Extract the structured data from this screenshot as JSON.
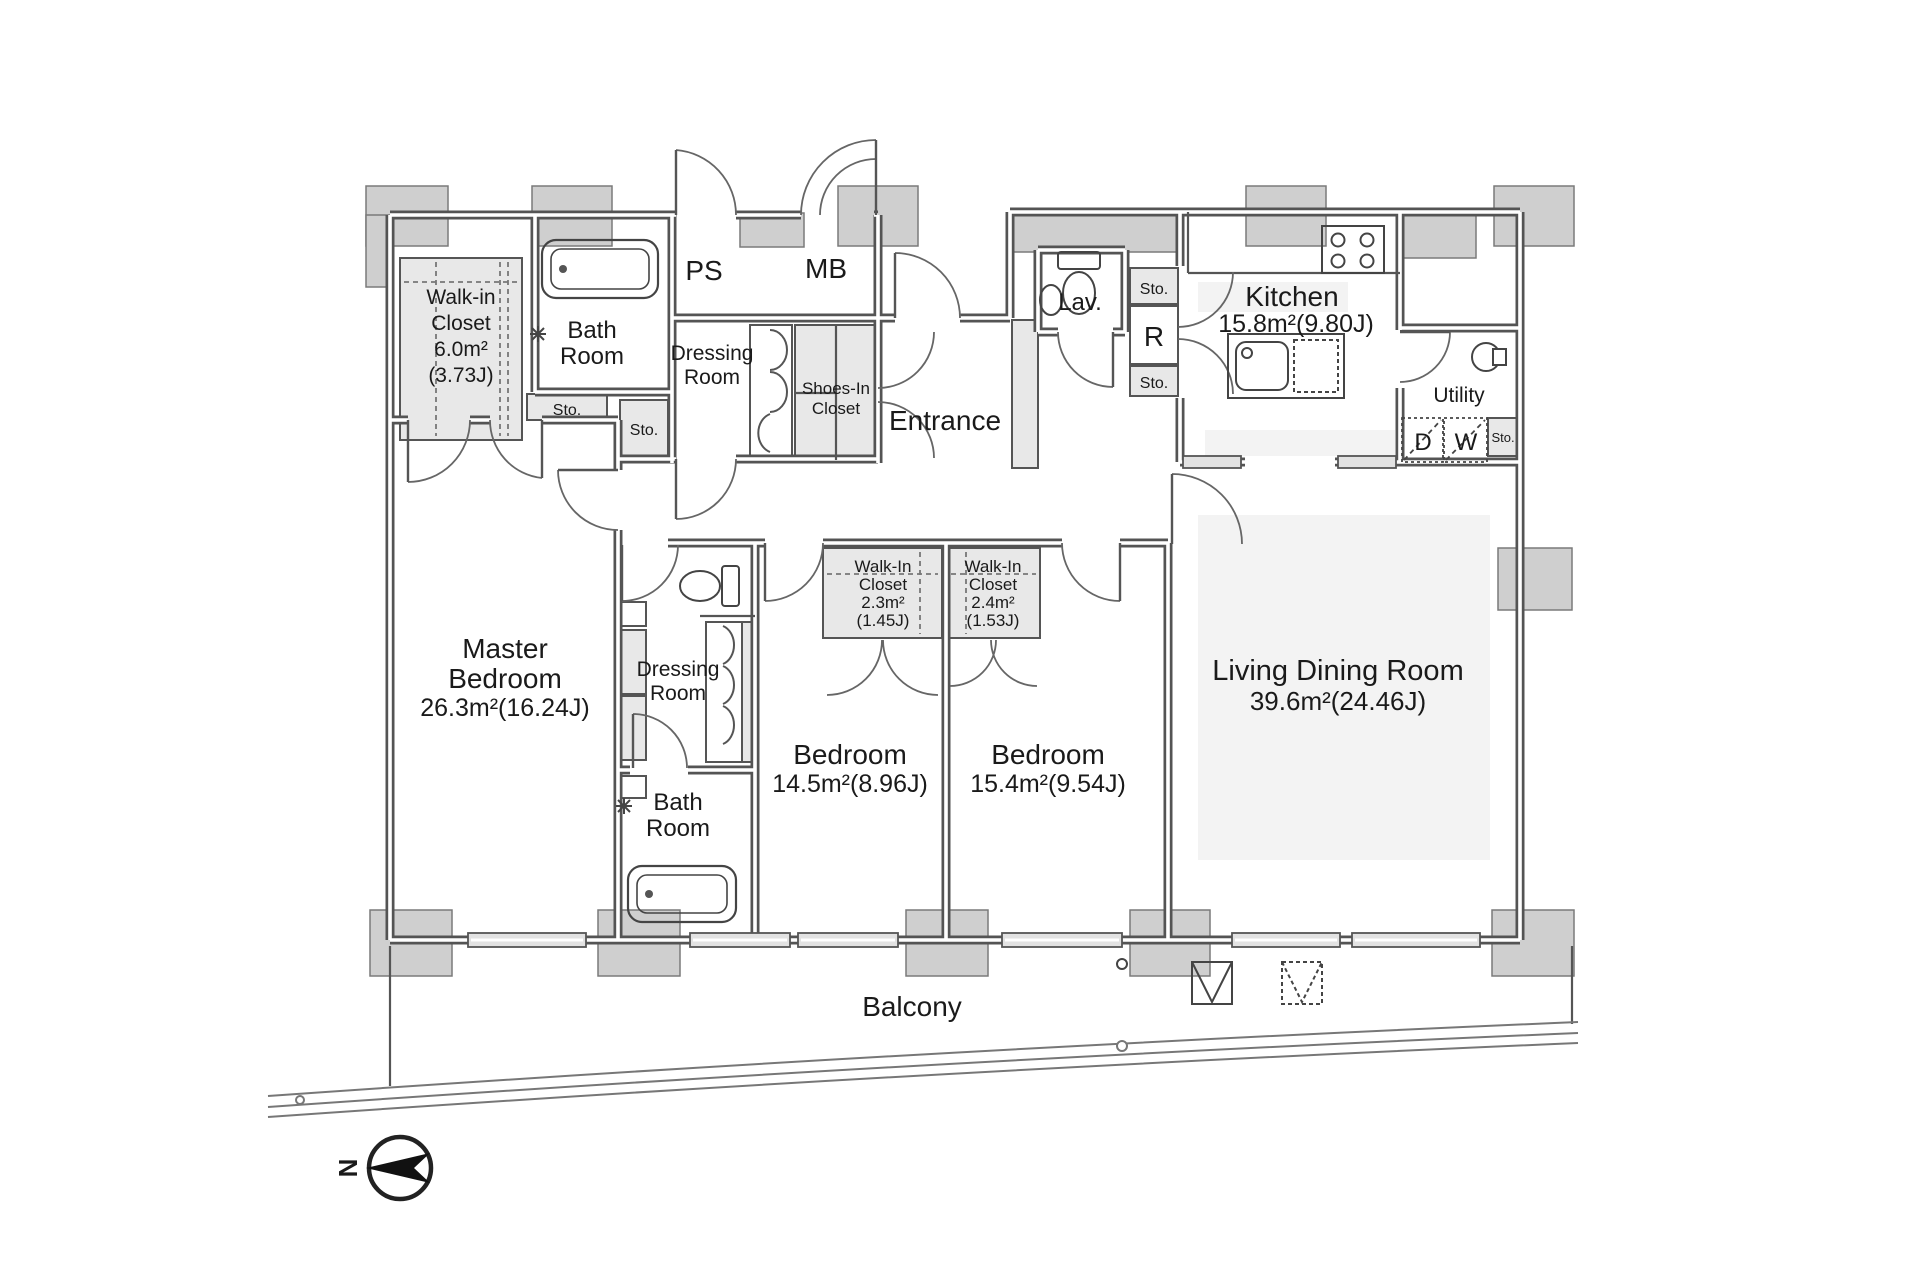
{
  "colors": {
    "wall": "#545454",
    "light_fill": "#e8e8e8",
    "pillar": "#cfcfcf",
    "floor_tint": "#f3f3f3",
    "text": "#1a1a1a"
  },
  "rooms": {
    "walk_in_closet_main": {
      "line1": "Walk-in",
      "line2": "Closet",
      "area": "6.0m²",
      "tatami": "(3.73J)"
    },
    "bath": {
      "line1": "Bath",
      "line2": "Room"
    },
    "ps": "PS",
    "mb": "MB",
    "dressing": {
      "line1": "Dressing",
      "line2": "Room"
    },
    "shoes_closet": {
      "line1": "Shoes-In",
      "line2": "Closet"
    },
    "entrance": "Entrance",
    "lav": "Lav.",
    "storage": "Sto.",
    "refrigerator": "R",
    "kitchen": {
      "name": "Kitchen",
      "area": "15.8m²(9.80J)"
    },
    "utility": {
      "name": "Utility",
      "dryer": "D",
      "washer": "W"
    },
    "master_bedroom": {
      "line1": "Master",
      "line2": "Bedroom",
      "area": "26.3m²(16.24J)"
    },
    "walk_in_closet_2": {
      "line1": "Walk-In",
      "line2": "Closet",
      "area": "2.3m²",
      "tatami": "(1.45J)"
    },
    "walk_in_closet_3": {
      "line1": "Walk-In",
      "line2": "Closet",
      "area": "2.4m²",
      "tatami": "(1.53J)"
    },
    "bedroom_name": "Bedroom",
    "bedroom_1_area": "14.5m²(8.96J)",
    "bedroom_2_area": "15.4m²(9.54J)",
    "living_dining": {
      "name": "Living Dining Room",
      "area": "39.6m²(24.46J)"
    },
    "balcony": "Balcony"
  },
  "compass": {
    "north": "N"
  }
}
